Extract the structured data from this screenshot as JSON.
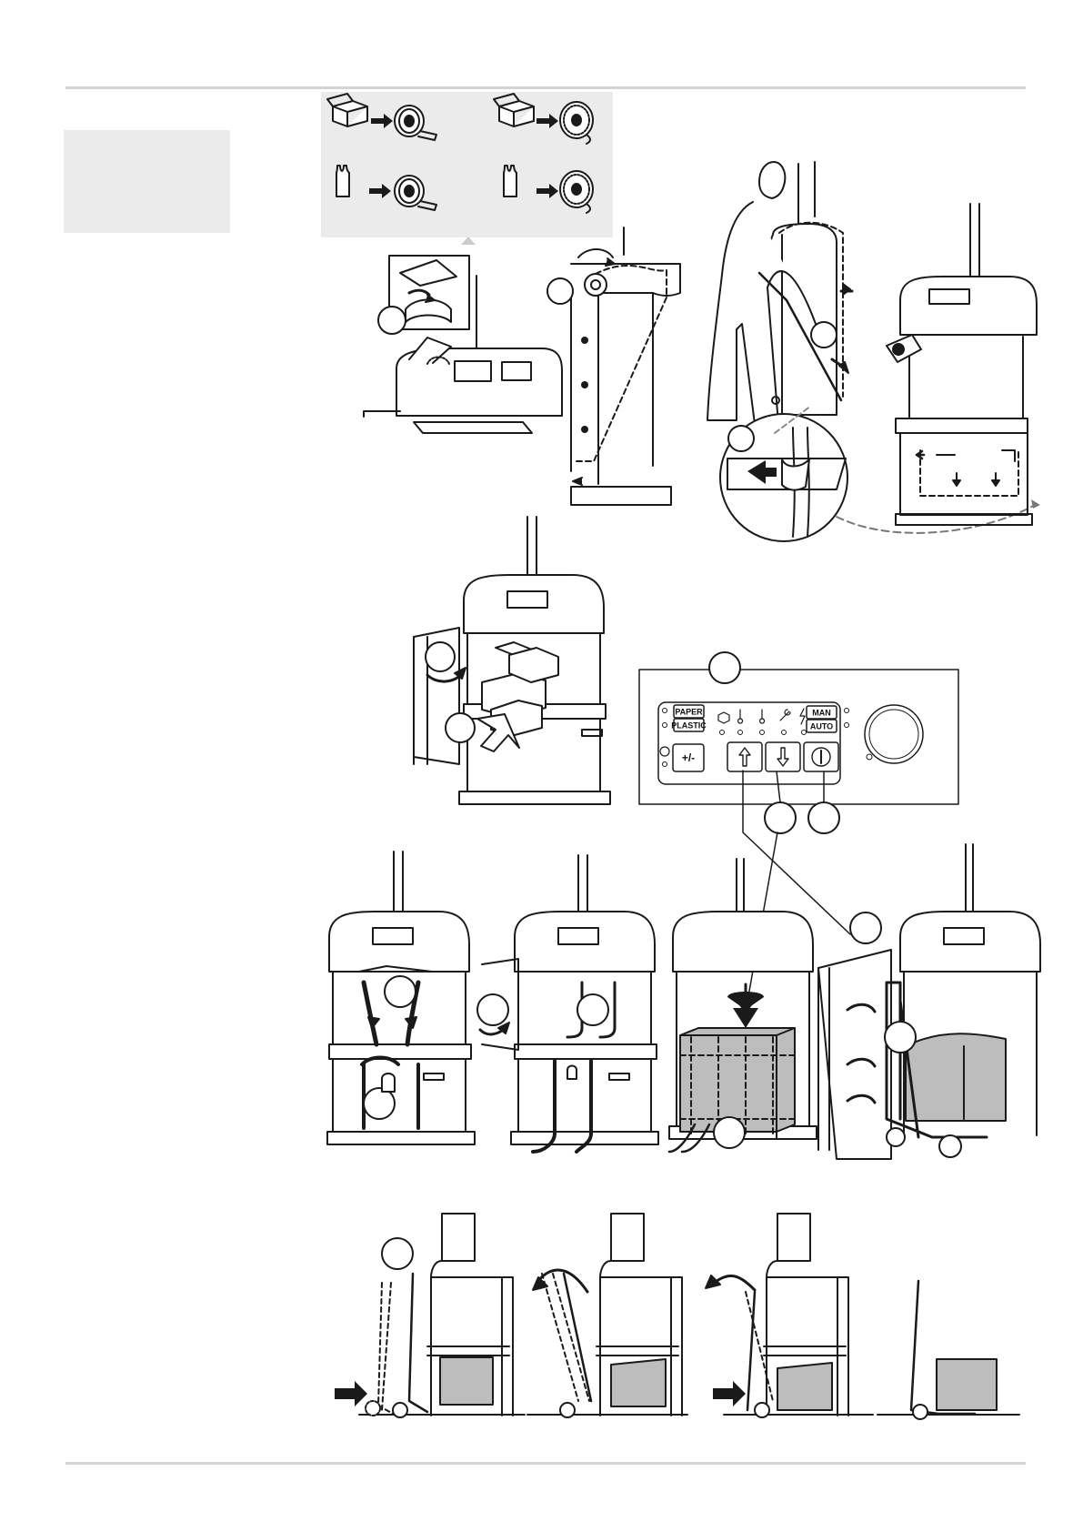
{
  "control_panel": {
    "mode_button_paper": "PAPER",
    "mode_button_plastic": "PLASTIC",
    "mode_button_man": "MAN",
    "mode_button_auto": "AUTO",
    "plus_minus_label": "+/-"
  },
  "legend": {
    "rows": [
      {
        "material": "cardboard-box-icon",
        "result": "flat-strap-reel-icon"
      },
      {
        "material": "cardboard-box-icon",
        "result": "twine-reel-icon"
      },
      {
        "material": "plastic-bag-icon",
        "result": "flat-strap-reel-icon"
      },
      {
        "material": "plastic-bag-icon",
        "result": "twine-reel-icon"
      }
    ]
  },
  "colors": {
    "rule": "#d4d4d4",
    "panel_fill": "#ebebeb",
    "line": "#1a1a1a",
    "bale_fill": "#bdbdbd"
  }
}
